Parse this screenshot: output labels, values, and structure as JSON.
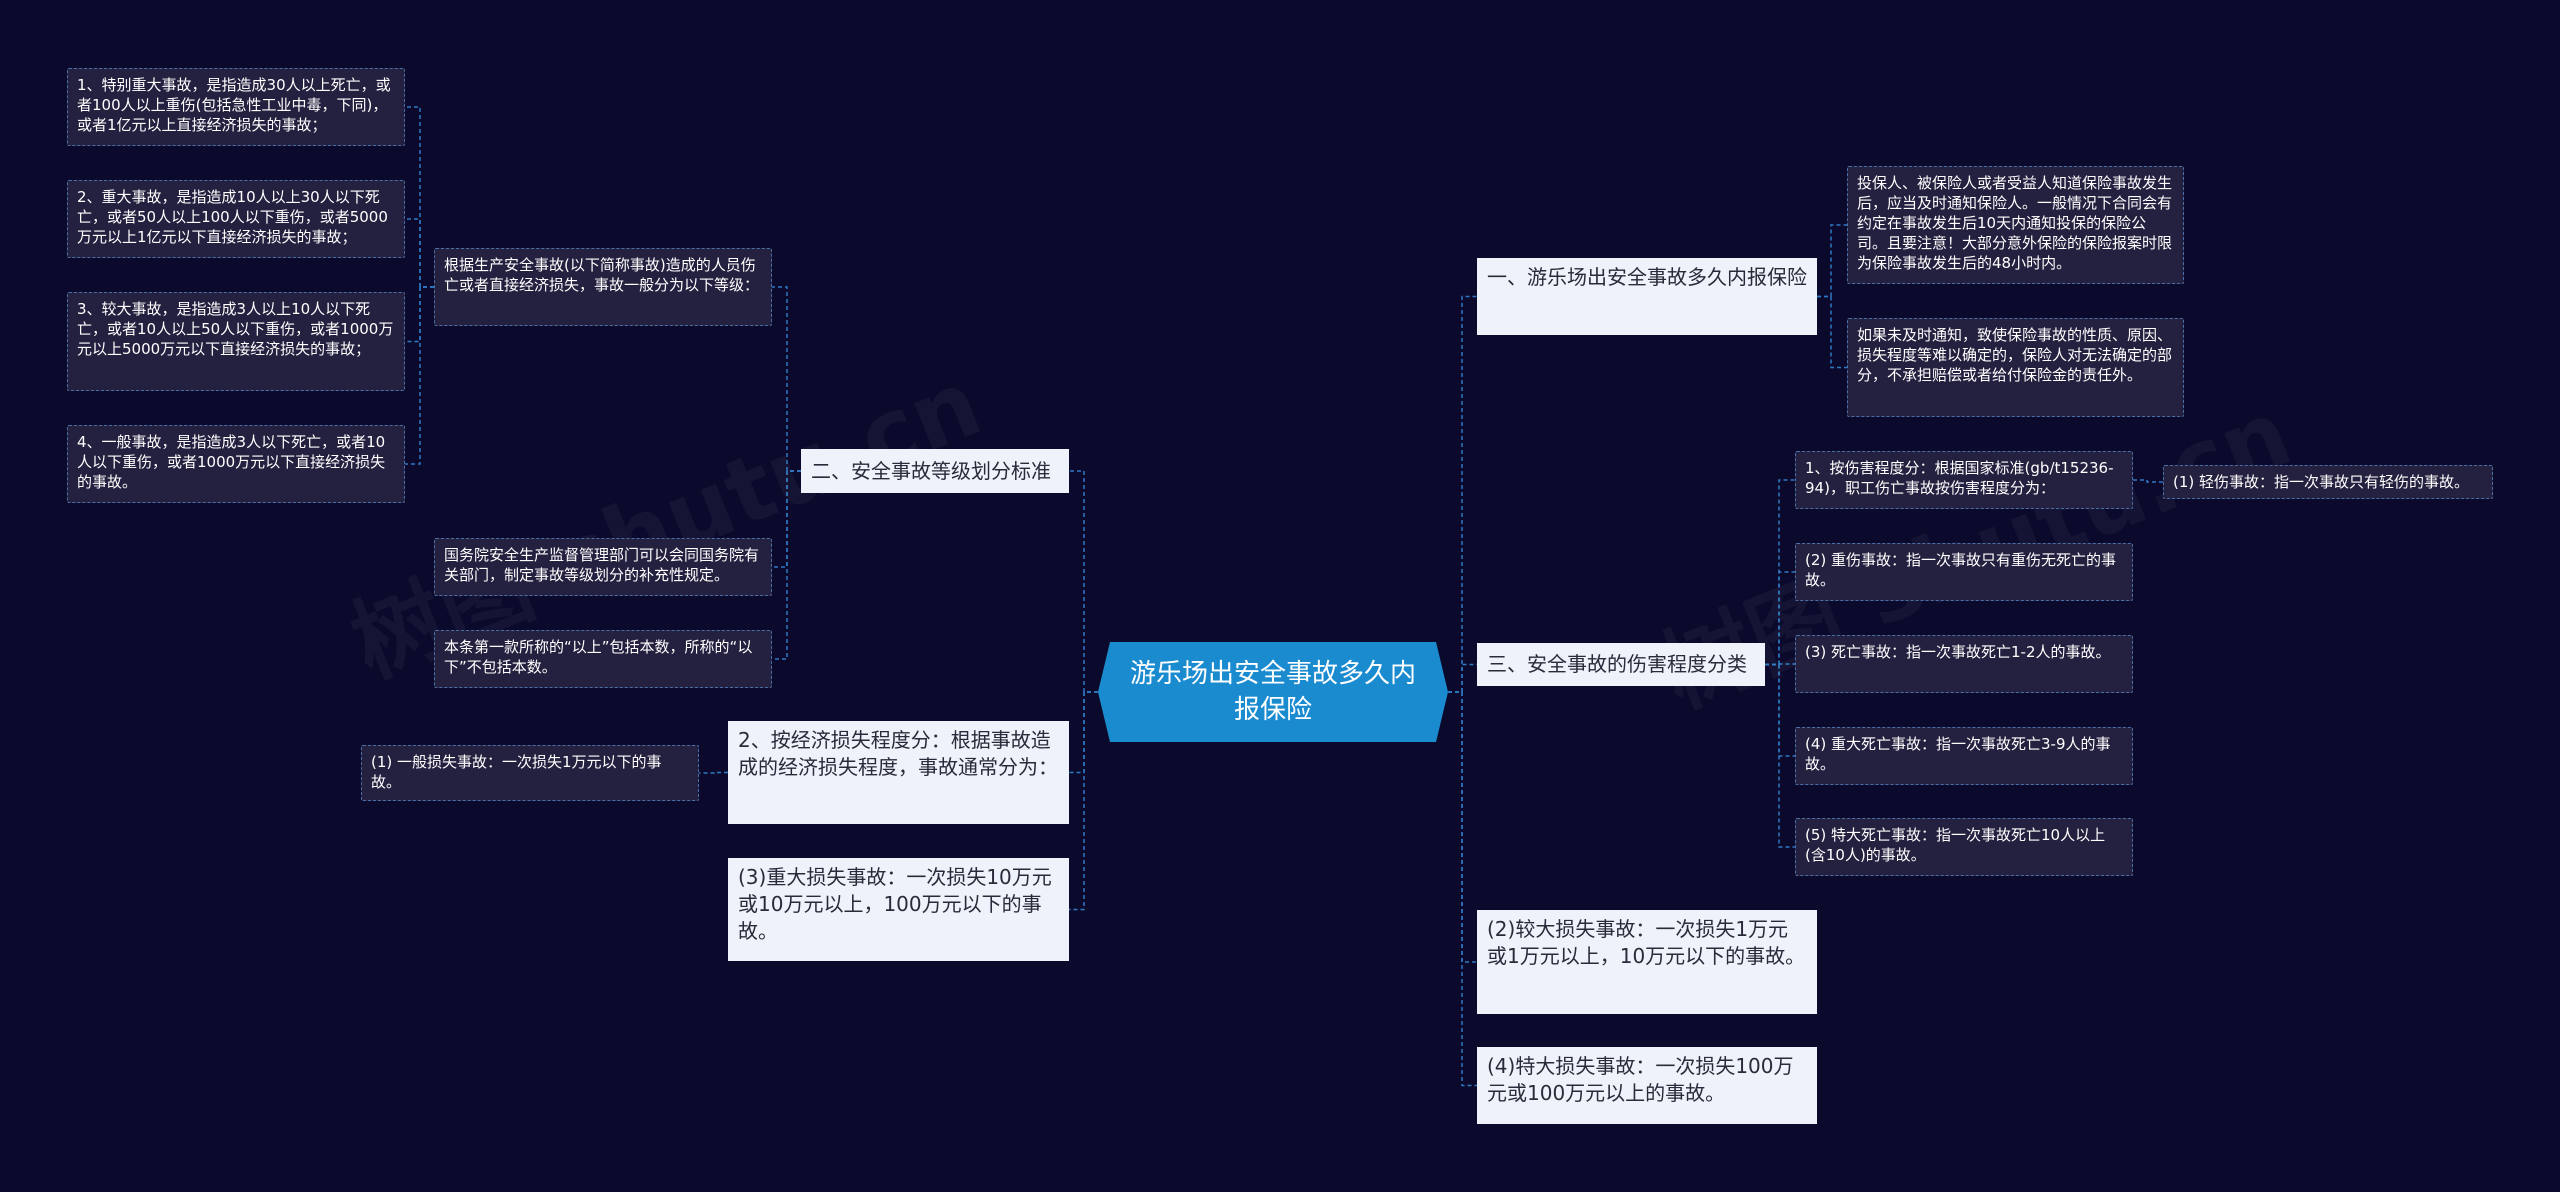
{
  "watermarks": [
    "树图 shutu.cn",
    "树图 shutu.cn"
  ],
  "root": {
    "text": "游乐场出安全事故多久内报保险"
  },
  "right": {
    "b1": {
      "text": "一、游乐场出安全事故多久内报保险",
      "children": [
        "投保人、被保险人或者受益人知道保险事故发生后，应当及时通知保险人。一般情况下合同会有约定在事故发生后10天内通知投保的保险公司。且要注意！大部分意外保险的保险报案时限为保险事故发生后的48小时内。",
        "如果未及时通知，致使保险事故的性质、原因、损失程度等难以确定的，保险人对无法确定的部分，不承担赔偿或者给付保险金的责任外。"
      ]
    },
    "b3": {
      "text": "三、安全事故的伤害程度分类",
      "children": [
        "1、按伤害程度分：根据国家标准(gb/t15236-94)，职工伤亡事故按伤害程度分为：",
        "(2) 重伤事故：指一次事故只有重伤无死亡的事故。",
        "(3) 死亡事故：指一次事故死亡1-2人的事故。",
        "(4) 重大死亡事故：指一次事故死亡3-9人的事故。",
        "(5) 特大死亡事故：指一次事故死亡10人以上(含10人)的事故。"
      ],
      "grandchild": "(1) 轻伤事故：指一次事故只有轻伤的事故。"
    },
    "b4": {
      "text": "(2)较大损失事故：一次损失1万元或1万元以上，10万元以下的事故。"
    },
    "b5": {
      "text": "(4)特大损失事故：一次损失100万元或100万元以上的事故。"
    }
  },
  "left": {
    "b2": {
      "text": "二、安全事故等级划分标准",
      "children": [
        "根据生产安全事故(以下简称事故)造成的人员伤亡或者直接经济损失，事故一般分为以下等级：",
        "国务院安全生产监督管理部门可以会同国务院有关部门，制定事故等级划分的补充性规定。",
        "本条第一款所称的“以上”包括本数，所称的“以下”不包括本数。"
      ],
      "grandchildren": [
        "1、特别重大事故，是指造成30人以上死亡，或者100人以上重伤(包括急性工业中毒，下同)，或者1亿元以上直接经济损失的事故；",
        "2、重大事故，是指造成10人以上30人以下死亡，或者50人以上100人以下重伤，或者5000万元以上1亿元以下直接经济损失的事故；",
        "3、较大事故，是指造成3人以上10人以下死亡，或者10人以上50人以下重伤，或者1000万元以上5000万元以下直接经济损失的事故；",
        "4、一般事故，是指造成3人以下死亡，或者10人以下重伤，或者1000万元以下直接经济损失的事故。"
      ]
    },
    "b6": {
      "text": "2、按经济损失程度分：根据事故造成的经济损失程度，事故通常分为：",
      "children": [
        "(1) 一般损失事故：一次损失1万元以下的事故。"
      ]
    },
    "b7": {
      "text": "(3)重大损失事故：一次损失10万元或10万元以上，100万元以下的事故。"
    }
  },
  "colors": {
    "background": "#0c0a2c",
    "root": "#1b8bd0",
    "line": "#2f78c4",
    "leaf_border": "#4a6fa8"
  }
}
